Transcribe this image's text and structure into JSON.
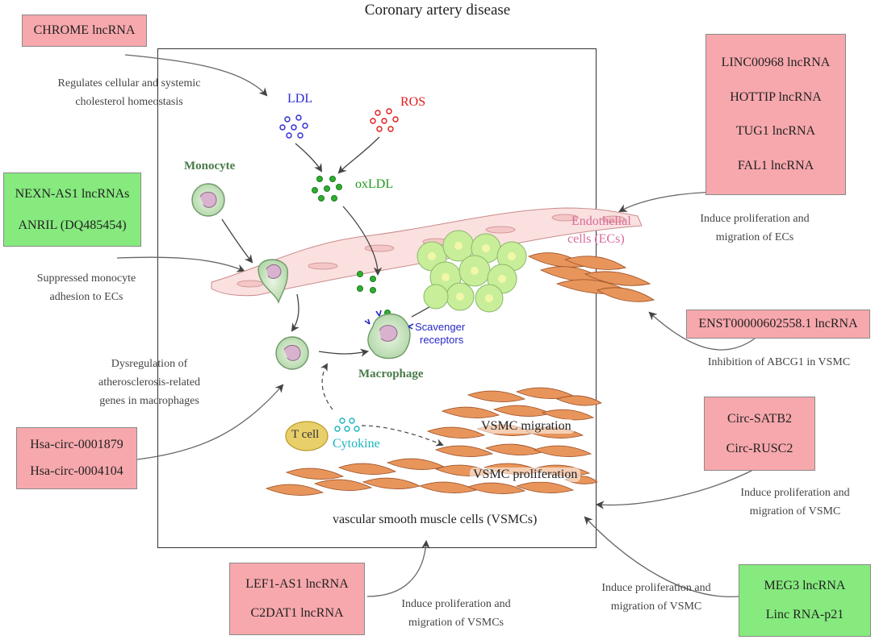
{
  "title": "Coronary artery disease",
  "boxes": {
    "chrome": {
      "items": [
        "CHROME lncRNA"
      ]
    },
    "ec_group": {
      "items": [
        "LINC00968 lncRNA",
        "HOTTIP lncRNA",
        "TUG1 lncRNA",
        "FAL1 lncRNA"
      ]
    },
    "nexn": {
      "items": [
        "NEXN-AS1 lncRNAs",
        "ANRIL (DQ485454)"
      ]
    },
    "enst": {
      "items": [
        "ENST00000602558.1 lncRNA"
      ]
    },
    "hsa": {
      "items": [
        "Hsa-circ-0001879",
        "Hsa-circ-0004104"
      ]
    },
    "circ": {
      "items": [
        "Circ-SATB2",
        "Circ-RUSC2"
      ]
    },
    "lef": {
      "items": [
        "LEF1-AS1 lncRNA",
        "C2DAT1 lncRNA"
      ]
    },
    "meg": {
      "items": [
        "MEG3 lncRNA",
        "Linc RNA-p21"
      ]
    }
  },
  "descriptions": {
    "chrome": [
      "Regulates cellular and systemic",
      "cholesterol homeostasis"
    ],
    "ec": [
      "Induce proliferation and",
      "migration of ECs"
    ],
    "monocyte": [
      "Suppressed monocyte",
      "adhesion to ECs"
    ],
    "enst": [
      "Inhibition of ABCG1 in VSMC"
    ],
    "macrophage": [
      "Dysregulation of",
      "atherosclerosis-related",
      "genes in macrophages"
    ],
    "circ": [
      "Induce proliferation and",
      "migration of VSMC"
    ],
    "lef": [
      "Induce proliferation and",
      "migration of VSMCs"
    ],
    "meg": [
      "Induce proliferation and",
      "migration of VSMC"
    ]
  },
  "labels": {
    "ldl": "LDL",
    "ros": "ROS",
    "oxldl": "oxLDL",
    "monocyte": "Monocyte",
    "endothelial_1": "Endothelial",
    "endothelial_2": "cells (ECs)",
    "scavenger_1": "Scavenger",
    "scavenger_2": "receptors",
    "macrophage": "Macrophage",
    "tcell": "T cell",
    "cytokine": "Cytokine",
    "vsmc_migration": "VSMC migration",
    "vsmc_proliferation": "VSMC proliferation",
    "vsmc": "vascular smooth muscle cells (VSMCs)"
  },
  "colors": {
    "pink_box": "#f7a8ad",
    "green_box": "#86ea7e",
    "ldl": "#2b2bd6",
    "ros": "#e01b1b",
    "oxldl": "#1e9a1e",
    "monocyte_label": "#4a7a4a",
    "endothelial": "#d86a9a",
    "scavenger": "#2727c8",
    "cytokine": "#1cb5c0",
    "tcell": "#e8cf6a",
    "vsmc": "#e8955c",
    "foam": "#c8ee9a"
  }
}
